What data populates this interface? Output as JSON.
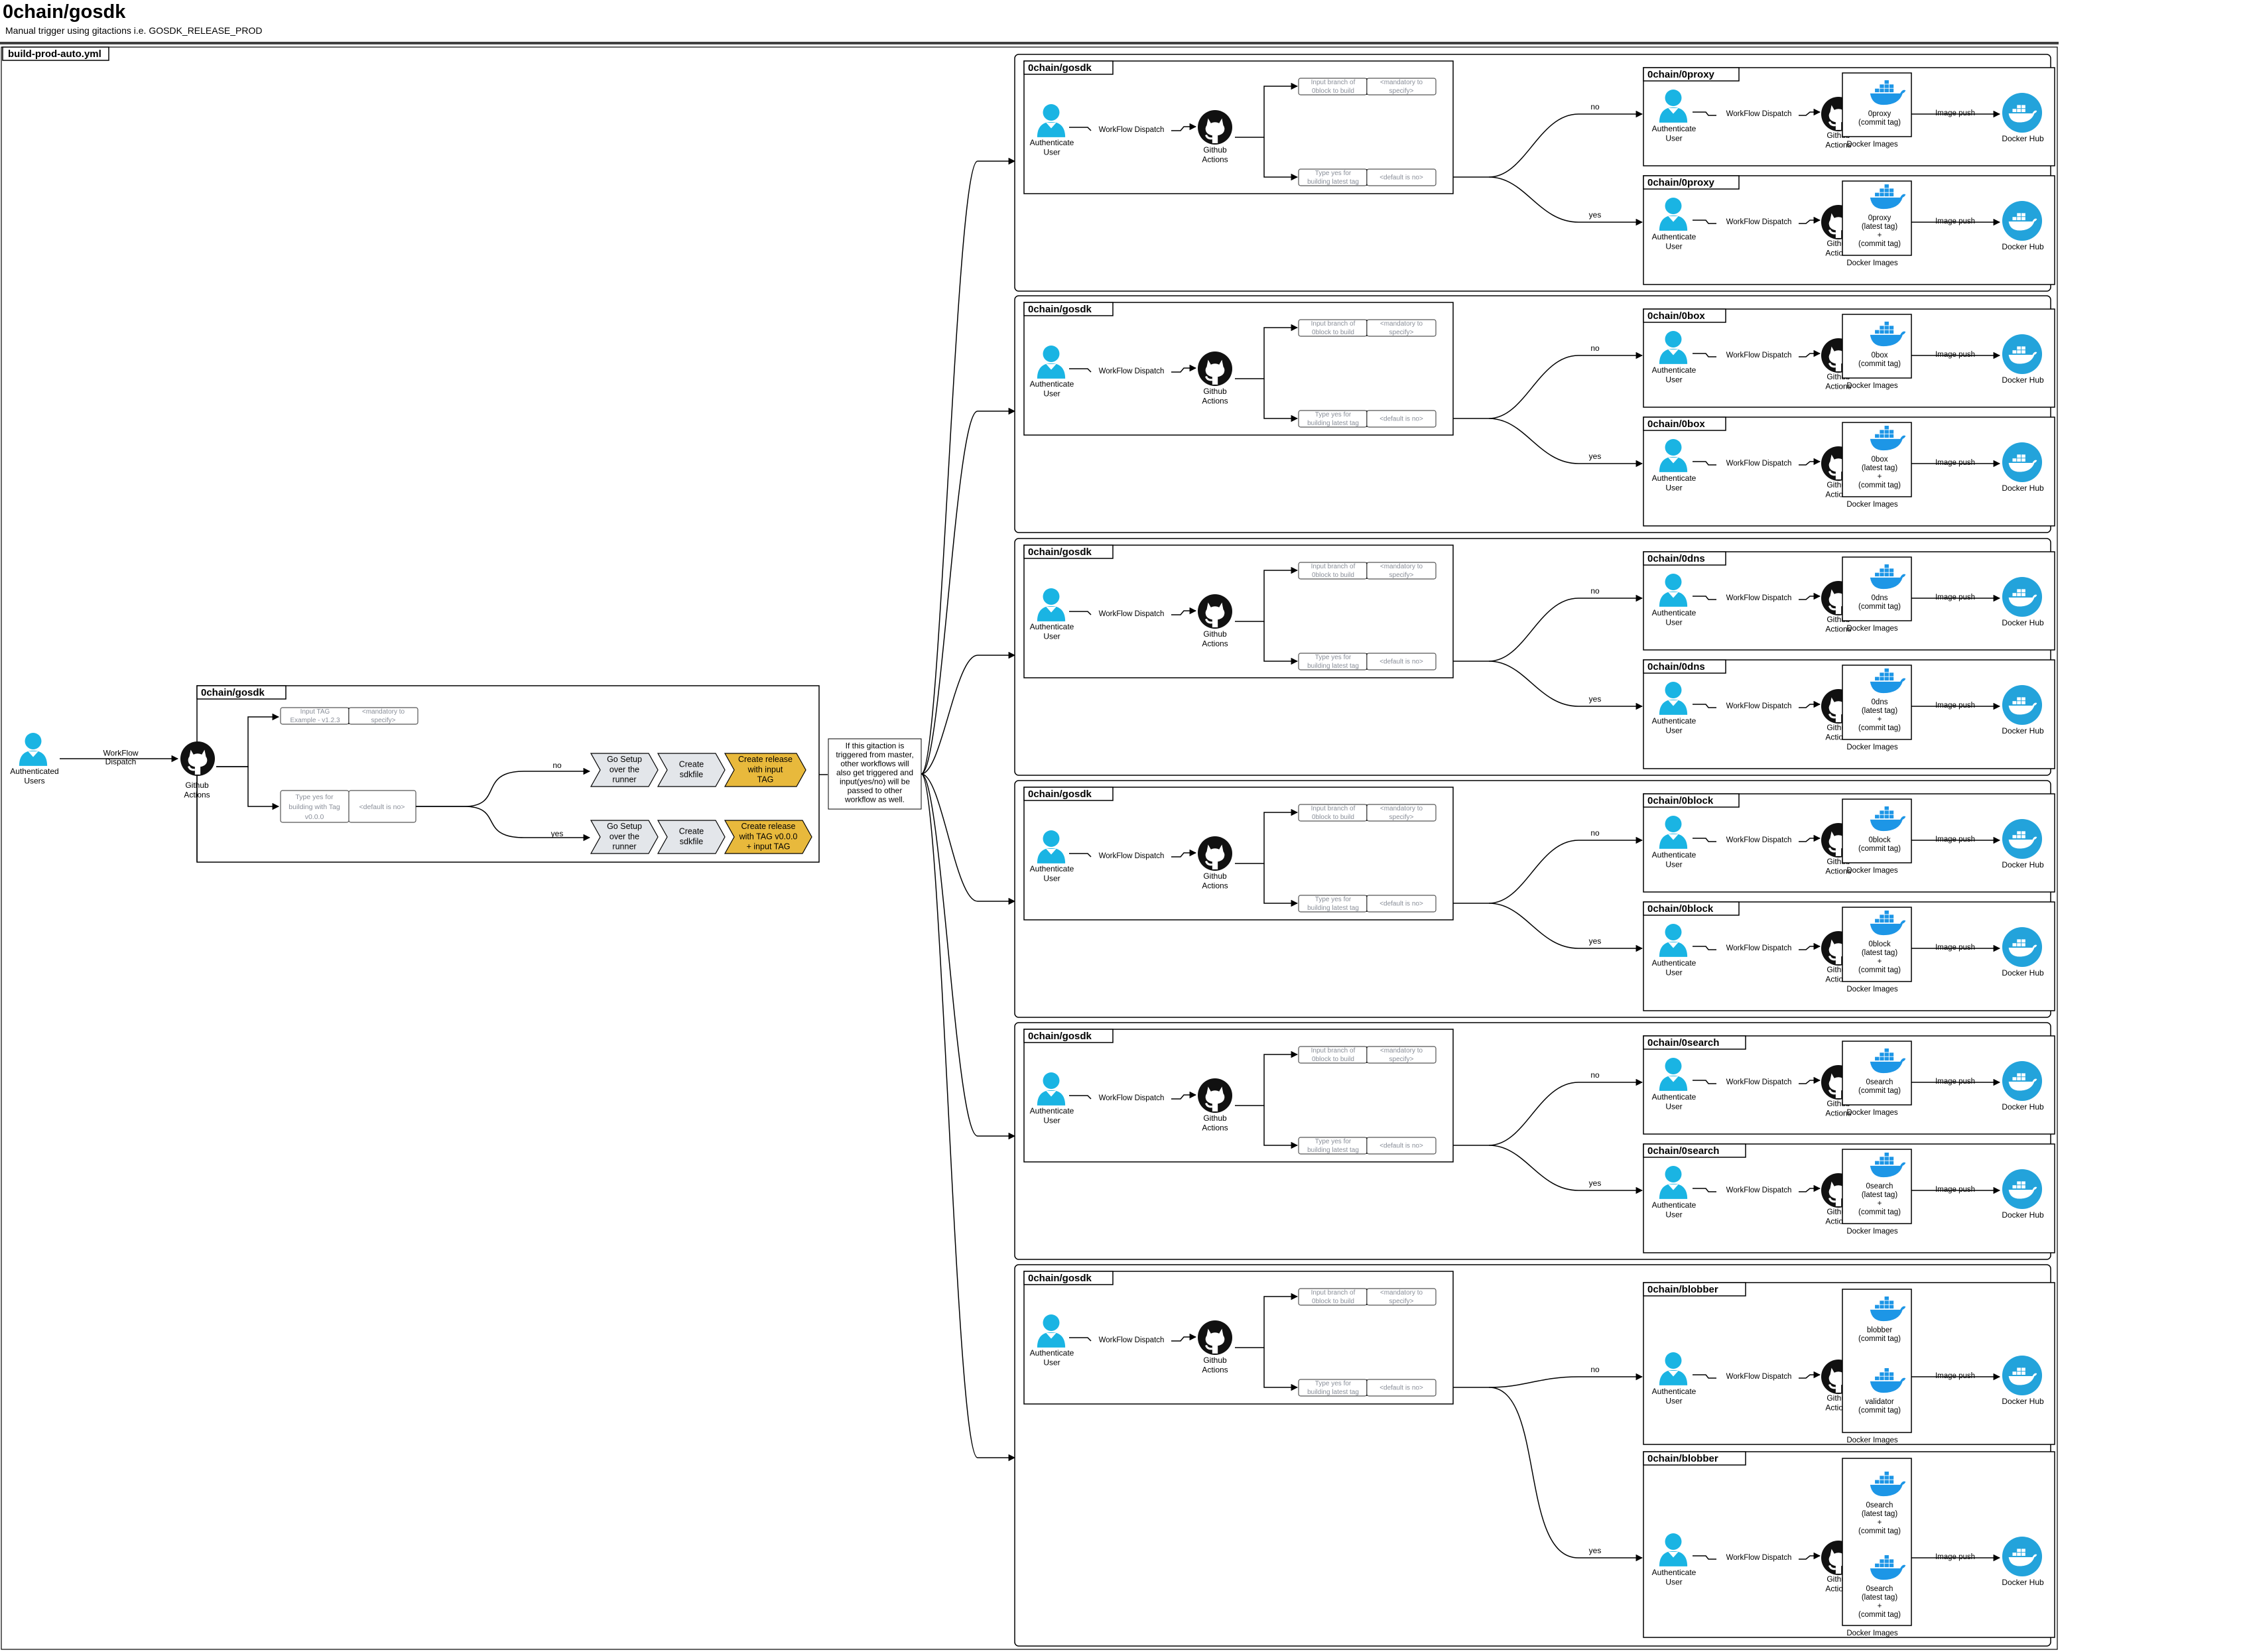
{
  "title": "0chain/gosdk",
  "subtitle": "Manual trigger using gitactions i.e. GOSDK_RELEASE_PROD",
  "workflow_file": "build-prod-auto.yml",
  "main": {
    "title": "0chain/gosdk",
    "user": [
      "Authenticated",
      "Users"
    ],
    "edge": [
      "WorkFlow",
      "Dispatch"
    ],
    "gh": [
      "Github",
      "Actions"
    ],
    "inputs": [
      {
        "field": [
          "Input TAG",
          "Example - v1.2.3"
        ],
        "value": [
          "<mandatory to",
          "specify>"
        ]
      },
      {
        "field": [
          "Type yes for",
          "building with Tag",
          "v0.0.0"
        ],
        "value": [
          "<default is no>"
        ]
      }
    ],
    "branches": [
      {
        "label": "no",
        "steps": [
          [
            "Go Setup",
            "over the",
            "runner"
          ],
          [
            "Create",
            "sdkfile"
          ],
          [
            "Create release",
            "with input",
            "TAG"
          ]
        ]
      },
      {
        "label": "yes",
        "steps": [
          [
            "Go Setup",
            "over the",
            "runner"
          ],
          [
            "Create",
            "sdkfile"
          ],
          [
            "Create release",
            "with TAG v0.0.0",
            "+ input TAG"
          ]
        ]
      }
    ]
  },
  "note": [
    "If this gitaction is",
    "triggered  from master,",
    "other workflows  will",
    "also get triggered and",
    "input(yes/no) will  be",
    "passed to other",
    "workflow as well."
  ],
  "sub": {
    "title": "0chain/gosdk",
    "user": [
      "Authenticate",
      "User"
    ],
    "dispatch": "WorkFlow Dispatch",
    "gh": [
      "Github",
      "Actions"
    ],
    "field1": [
      "Input branch of",
      "0block to build"
    ],
    "value1": [
      "<mandatory to",
      "specify>"
    ],
    "field2": [
      "Type yes for",
      "building latest tag"
    ],
    "value2": [
      "<default is no>"
    ],
    "no": "no",
    "yes": "yes",
    "image_push": "Image push",
    "docker_hub": "Docker Hub",
    "docker_images": "Docker Images"
  },
  "groups": [
    {
      "repos": [
        "0chain/0proxy",
        "0chain/0proxy"
      ],
      "no_image": [
        "0proxy",
        "(commit tag)"
      ],
      "yes_image": [
        "0proxy",
        "(latest tag)",
        "+",
        "(commit tag)"
      ]
    },
    {
      "repos": [
        "0chain/0box",
        "0chain/0box"
      ],
      "no_image": [
        "0box",
        "(commit tag)"
      ],
      "yes_image": [
        "0box",
        "(latest tag)",
        "+",
        "(commit tag)"
      ]
    },
    {
      "repos": [
        "0chain/0dns",
        "0chain/0dns"
      ],
      "no_image": [
        "0dns",
        "(commit tag)"
      ],
      "yes_image": [
        "0dns",
        "(latest tag)",
        "+",
        "(commit tag)"
      ]
    },
    {
      "repos": [
        "0chain/0block",
        "0chain/0block"
      ],
      "no_image": [
        "0block",
        "(commit tag)"
      ],
      "yes_image": [
        "0block",
        "(latest tag)",
        "+",
        "(commit tag)"
      ]
    },
    {
      "repos": [
        "0chain/0search",
        "0chain/0search"
      ],
      "no_image": [
        "0search",
        "(commit tag)"
      ],
      "yes_image": [
        "0search",
        "(latest tag)",
        "+",
        "(commit tag)"
      ]
    }
  ],
  "blobber_group": {
    "repos": [
      "0chain/blobber",
      "0chain/blobber"
    ],
    "no_images": [
      [
        "blobber",
        "(commit tag)"
      ],
      [
        "validator",
        "(commit tag)"
      ]
    ],
    "yes_images": [
      [
        "0search",
        "(latest tag)",
        "+",
        "(commit tag)"
      ],
      [
        "0search",
        "(latest tag)",
        "+",
        "(commit tag)"
      ]
    ]
  },
  "colors": {
    "person": "#1ab4e3",
    "docker": "#1d96e6",
    "hub": "#23a3db",
    "gold": "#e8b93c",
    "chevron": "#e3e6ea"
  }
}
